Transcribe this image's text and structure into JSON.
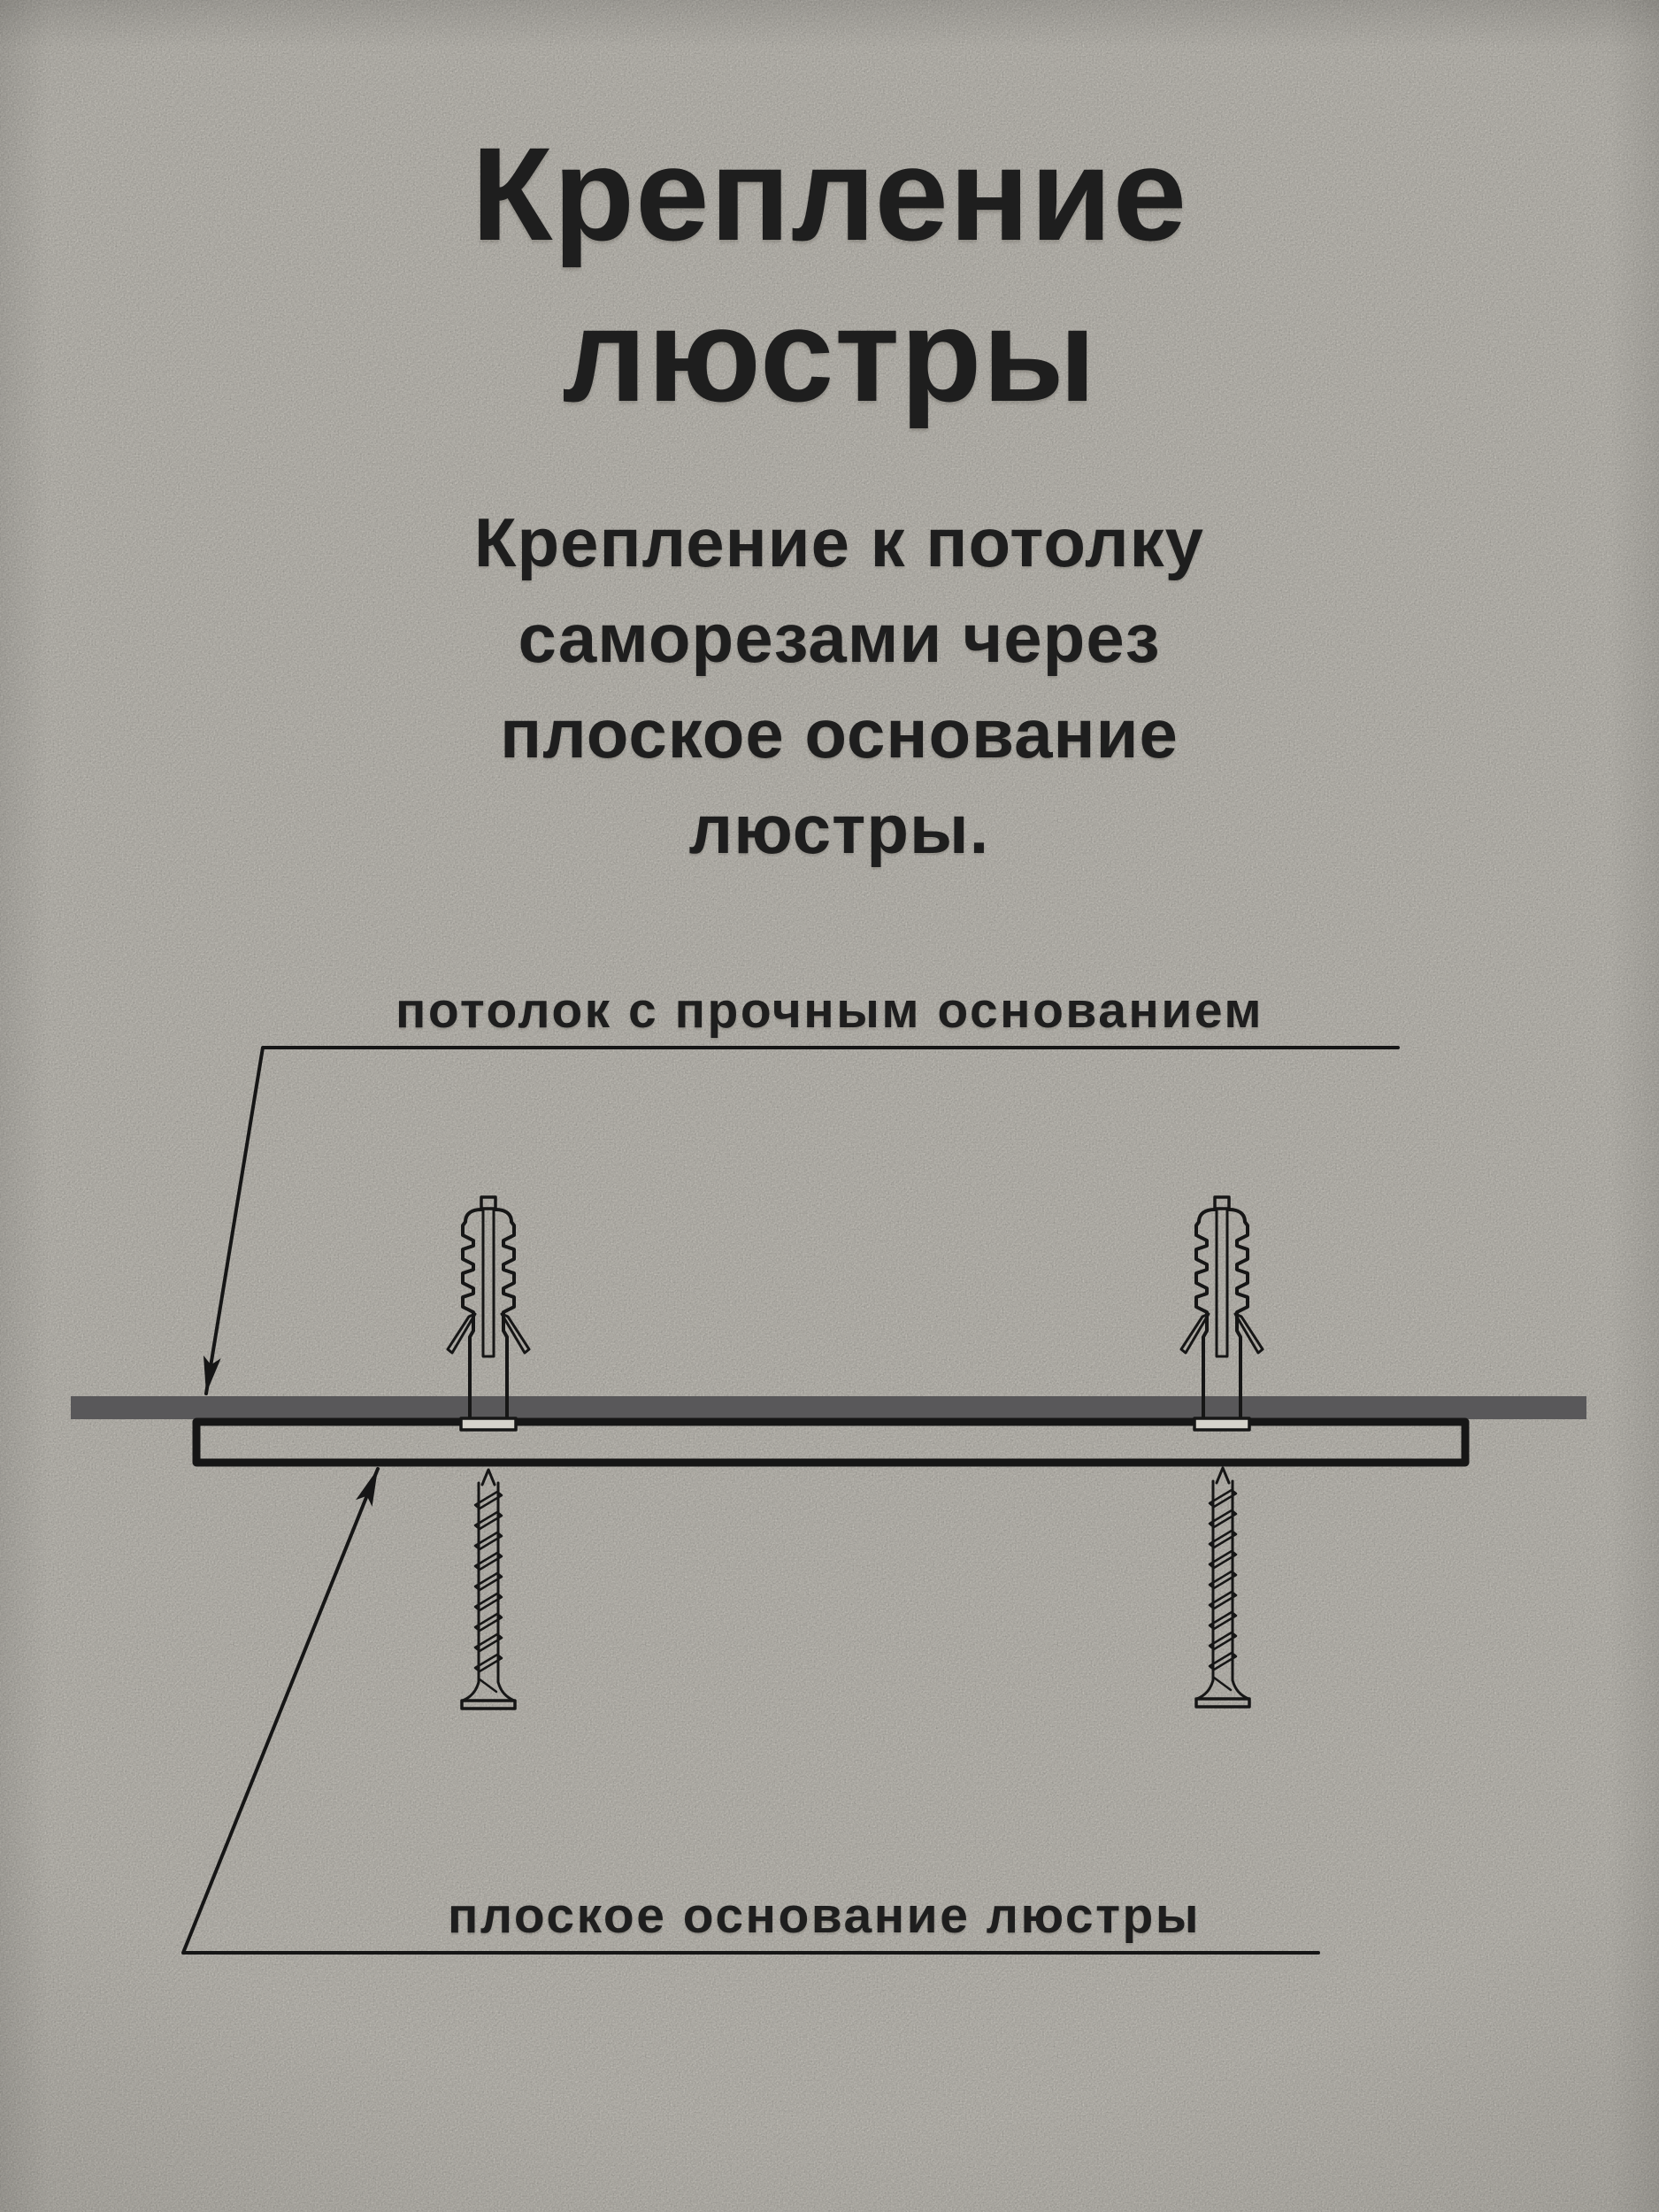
{
  "title": {
    "line1": "Крепление",
    "line2": "люстры"
  },
  "subtitle": {
    "lines": [
      "Крепление к потолку",
      "саморезами через",
      "плоское основание",
      "люстры."
    ]
  },
  "diagram": {
    "ceiling_label": "потолок с прочным основанием",
    "base_label": "плоское основание люстры"
  },
  "colors": {
    "background": "#d6d3cb",
    "ceiling_bar": "#59585a",
    "line": "#161616",
    "text": "#1e1e1e"
  }
}
